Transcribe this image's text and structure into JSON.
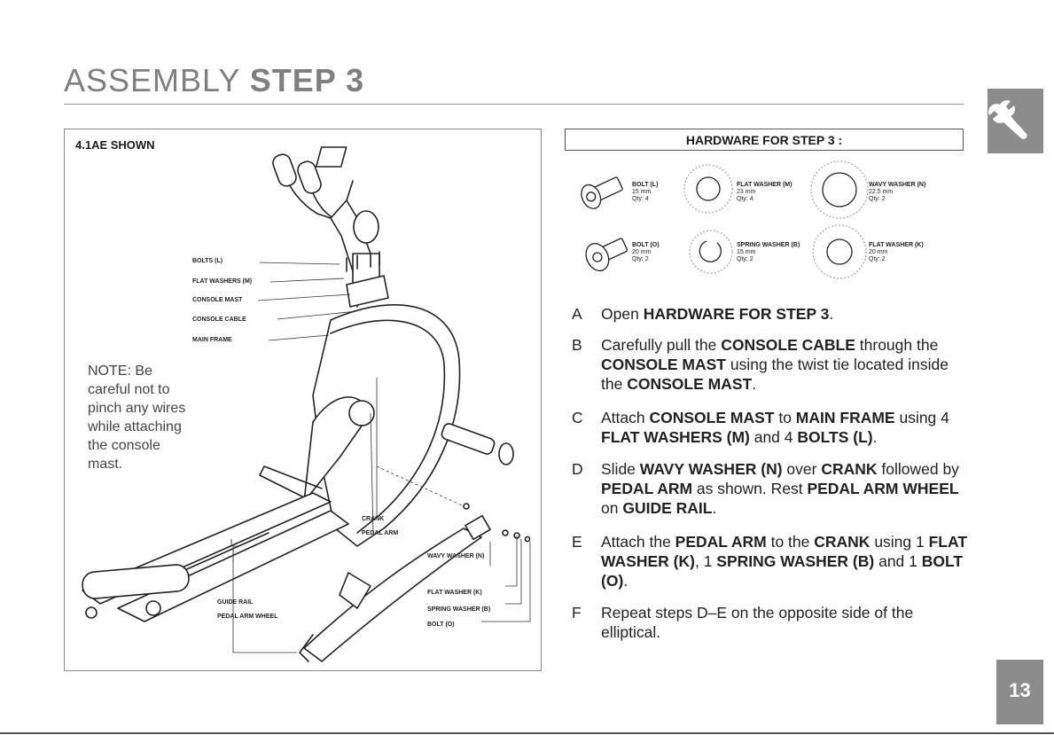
{
  "header": {
    "title_light": "ASSEMBLY",
    "title_bold": "STEP 3"
  },
  "page_number": "13",
  "diagram": {
    "shown_label": "4.1AE SHOWN",
    "note": "NOTE: Be careful not to pinch any wires while attaching the console mast.",
    "callouts": {
      "bolts": "BOLTS (L)",
      "flat_washers": "FLAT WASHERS (M)",
      "console_mast": "CONSOLE MAST",
      "console_cable": "CONSOLE CABLE",
      "main_frame": "MAIN FRAME",
      "crank": "CRANK",
      "pedal_arm": "PEDAL ARM",
      "guide_rail": "GUIDE RAIL",
      "pedal_arm_wheel": "PEDAL ARM WHEEL",
      "wavy_washer": "WAVY WASHER (N)",
      "flat_washer": "FLAT WASHER (K)",
      "spring_washer": "SPRING WASHER (B)",
      "bolt": "BOLT (O)"
    }
  },
  "hardware": {
    "title": "HARDWARE FOR STEP 3 :",
    "items": [
      {
        "name": "BOLT (L)",
        "size": "15 mm",
        "qty": "Qty: 4",
        "icon": "bolt-icon"
      },
      {
        "name": "FLAT WASHER (M)",
        "size": "23 mm",
        "qty": "Qty: 4",
        "icon": "flat-washer-icon"
      },
      {
        "name": "WAVY WASHER (N)",
        "size": "22.5 mm",
        "qty": "Qty: 2",
        "icon": "wavy-washer-icon"
      },
      {
        "name": "BOLT (O)",
        "size": "20 mm",
        "qty": "Qty: 2",
        "icon": "bolt-icon"
      },
      {
        "name": "SPRING WASHER (B)",
        "size": "15 mm",
        "qty": "Qty: 2",
        "icon": "spring-washer-icon"
      },
      {
        "name": "FLAT WASHER (K)",
        "size": "20 mm",
        "qty": "Qty: 2",
        "icon": "flat-washer-icon"
      }
    ]
  },
  "steps": [
    {
      "letter": "A",
      "parts": [
        [
          "Open ",
          false
        ],
        [
          "HARDWARE FOR STEP 3",
          true
        ],
        [
          ".",
          false
        ]
      ]
    },
    {
      "letter": "B",
      "parts": [
        [
          "Carefully pull the ",
          false
        ],
        [
          "CONSOLE CABLE",
          true
        ],
        [
          " through the ",
          false
        ],
        [
          "CONSOLE MAST",
          true
        ],
        [
          " using the twist tie located inside the ",
          false
        ],
        [
          "CONSOLE MAST",
          true
        ],
        [
          ".",
          false
        ]
      ]
    },
    {
      "letter": "C",
      "parts": [
        [
          "Attach ",
          false
        ],
        [
          "CONSOLE MAST",
          true
        ],
        [
          " to ",
          false
        ],
        [
          "MAIN FRAME",
          true
        ],
        [
          " using 4 ",
          false
        ],
        [
          "FLAT WASHERS (M)",
          true
        ],
        [
          " and 4 ",
          false
        ],
        [
          "BOLTS (L)",
          true
        ],
        [
          ".",
          false
        ]
      ]
    },
    {
      "letter": "D",
      "parts": [
        [
          "Slide ",
          false
        ],
        [
          "WAVY WASHER (N)",
          true
        ],
        [
          " over ",
          false
        ],
        [
          "CRANK",
          true
        ],
        [
          " followed by ",
          false
        ],
        [
          "PEDAL ARM",
          true
        ],
        [
          " as shown. Rest ",
          false
        ],
        [
          "PEDAL ARM WHEEL",
          true
        ],
        [
          " on ",
          false
        ],
        [
          "GUIDE RAIL",
          true
        ],
        [
          ".",
          false
        ]
      ]
    },
    {
      "letter": "E",
      "parts": [
        [
          "Attach the ",
          false
        ],
        [
          "PEDAL ARM",
          true
        ],
        [
          " to the ",
          false
        ],
        [
          "CRANK",
          true
        ],
        [
          " using 1 ",
          false
        ],
        [
          "FLAT WASHER (K)",
          true
        ],
        [
          ", 1 ",
          false
        ],
        [
          "SPRING WASHER (B)",
          true
        ],
        [
          " and 1 ",
          false
        ],
        [
          "BOLT (O)",
          true
        ],
        [
          ".",
          false
        ]
      ]
    },
    {
      "letter": "F",
      "parts": [
        [
          "Repeat steps D–E on the opposite side of the elliptical.",
          false
        ]
      ]
    }
  ]
}
